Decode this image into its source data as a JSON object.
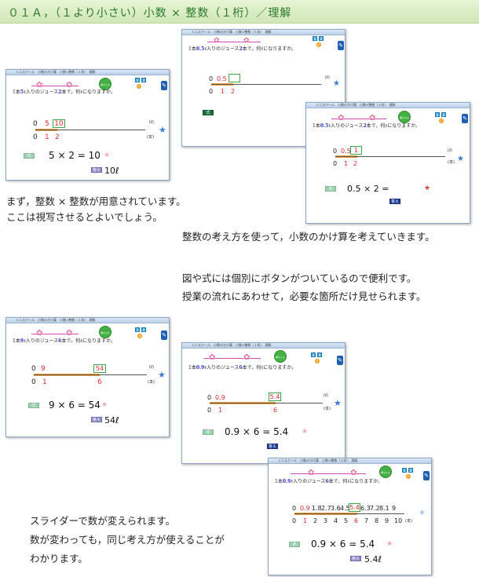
{
  "header": {
    "title": "０１Ａ，（１より小さい）小数 × 整数（１桁）／理解"
  },
  "window_title": "ミニスクール　小数のかけ算　小数×整数（１桁）　理解",
  "common": {
    "unit_liter": "(ℓ)",
    "unit_bottle": "(本)",
    "formula_btn": "式",
    "answer_btn": "答え",
    "badge": "ポイント",
    "ctrl1": "1",
    "ctrl2": "2",
    "pen": "✎",
    "star": "★",
    "flower": "✿",
    "zero": "0",
    "problem_pre": "1本",
    "problem_mid1": "ℓ入りのジュース",
    "problem_mid2": "本で，何ℓになりますか。"
  },
  "window1": {
    "problem_a": "5",
    "problem_b": "2",
    "top_red": "5",
    "box_value": "10",
    "bot_labels": [
      "0",
      "1",
      "2"
    ],
    "formula": "5 × 2 = 10",
    "answer": "10ℓ"
  },
  "window2": {
    "problem_a": "0.5",
    "problem_b": "2",
    "top_red": "0.5",
    "box_value": "",
    "bot_labels": [
      "0",
      "1",
      "2"
    ]
  },
  "window3": {
    "problem_a": "0.5",
    "problem_b": "2",
    "top_red": "0.5",
    "box_value": "1",
    "bot_labels": [
      "0",
      "1",
      "2"
    ],
    "formula": "0.5 × 2 ="
  },
  "window4": {
    "problem_a": "9",
    "problem_b": "6",
    "top_red": "9",
    "box_value": "54",
    "bot_labels": [
      "0",
      "1",
      "6"
    ],
    "formula": "9 × 6 = 54",
    "answer": "54ℓ"
  },
  "window5": {
    "problem_a": "0.9",
    "problem_b": "6",
    "top_red": "0.9",
    "box_value": "5.4",
    "bot_labels": [
      "0",
      "1",
      "6"
    ],
    "formula": "0.9 × 6 = 5.4"
  },
  "window6": {
    "problem_a": "0.9",
    "problem_b": "6",
    "top_values": [
      "0.9",
      "1.8",
      "2.7",
      "3.6",
      "4.5",
      "5.4",
      "6.3",
      "7.2",
      "8.1",
      "9"
    ],
    "bot_labels": [
      "0",
      "1",
      "2",
      "3",
      "4",
      "5",
      "6",
      "7",
      "8",
      "9",
      "10"
    ],
    "formula": "0.9 × 6 = 5.4",
    "answer": "5.4ℓ"
  },
  "text": {
    "p1_line1": "まず，整数 × 整数が用意されています。",
    "p1_line2": "ここは視写させるとよいでしょう。",
    "p2_line1": "整数の考え方を使って，小数のかけ算を考えていきます。",
    "p3_line1": "図や式には個別にボタンがついているので便利です。",
    "p3_line2": "授業の流れにあわせて，必要な箇所だけ見せられます。",
    "p4_line1": "スライダーで数が変えられます。",
    "p4_line2": "数が変わっても，同じ考え方が使えることが",
    "p4_line3": "わかります。"
  }
}
